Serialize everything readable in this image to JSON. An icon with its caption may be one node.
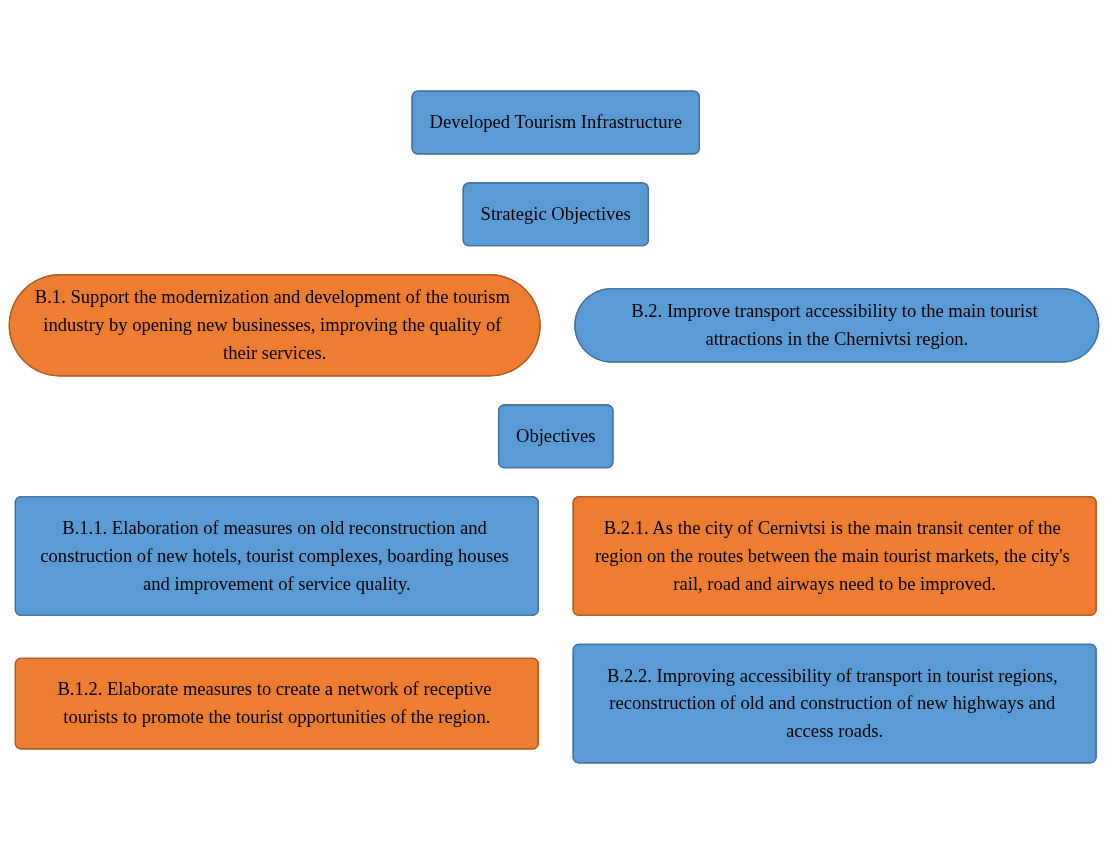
{
  "diagram": {
    "nodes": [
      {
        "text": [
          "Developed Tourism Infrastructure"
        ]
      },
      {
        "text": [
          "Strategic Objectives"
        ]
      },
      {
        "text": [
          "B.1. Support the modernization and development of the tourism industry by opening new businesses, improving the quality of their services."
        ]
      },
      {
        "text": [
          "B.2. Improve transport accessibility to the main tourist attractions in the Chernivtsi region."
        ]
      },
      {
        "text": [
          "Objectives"
        ]
      },
      {
        "text": [
          "B.1.1. Elaboration of measures on old reconstruction and construction of new hotels, tourist complexes, boarding houses and improvement of service quality."
        ]
      },
      {
        "text": [
          "B.2.1. As the city of Cernivtsi is the main transit center of the region on the routes between the main tourist markets, the city's rail, road and airways need to be improved."
        ]
      },
      {
        "text": [
          "B.1.2. Elaborate measures to create a network of receptive tourists to promote the tourist opportunities of the region."
        ]
      },
      {
        "text": [
          "B.2.2. Improving accessibility of transport in tourist regions, reconstruction of old and construction of new highways and access roads."
        ]
      }
    ]
  }
}
